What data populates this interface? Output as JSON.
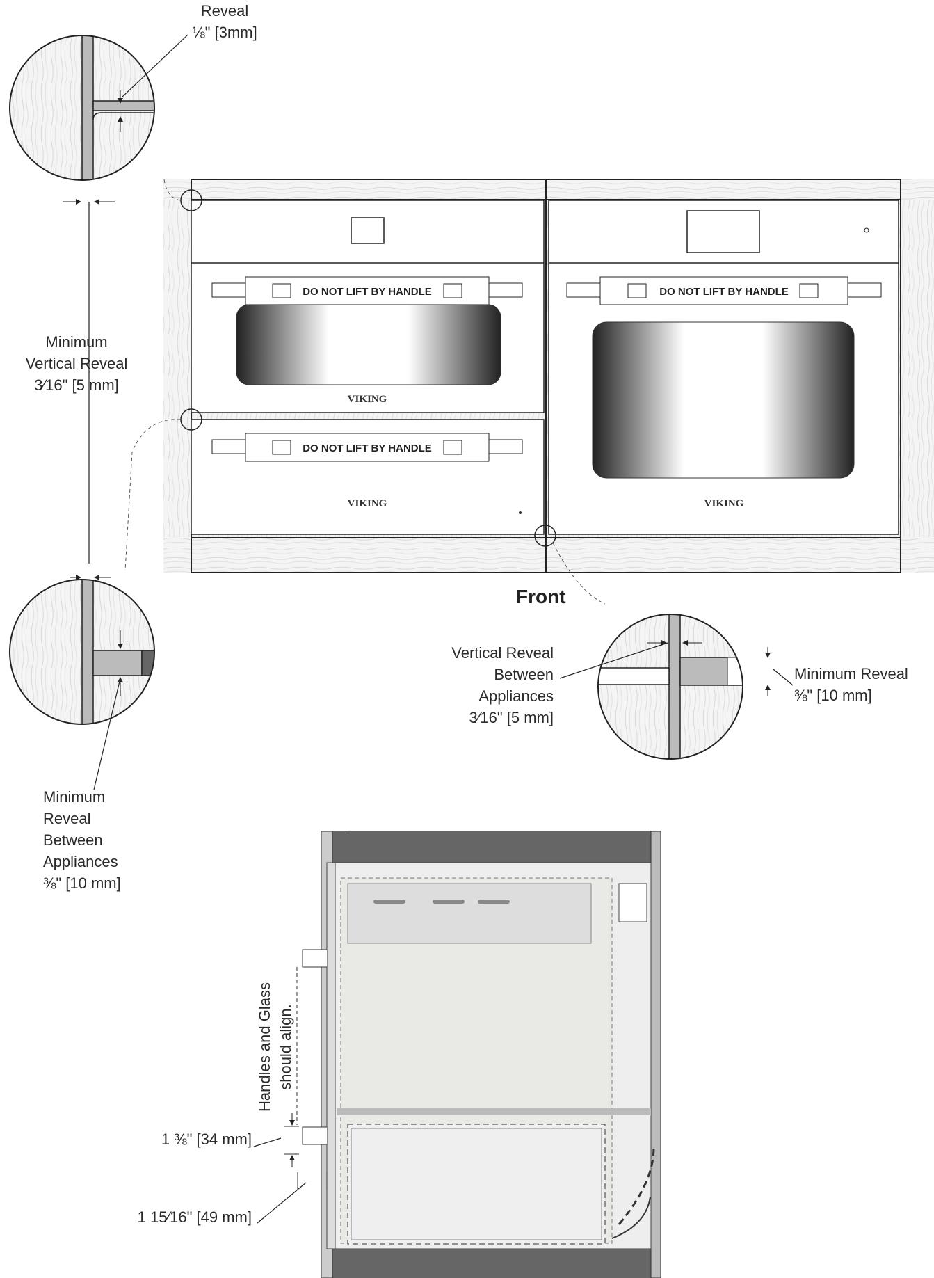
{
  "annotations": {
    "reveal_top": {
      "title": "Reveal",
      "value": "⅛\" [3mm]"
    },
    "min_vertical_reveal": {
      "line1": "Minimum",
      "line2": "Vertical Reveal",
      "value": "3⁄16\" [5 mm]"
    },
    "min_reveal_between": {
      "line1": "Minimum",
      "line2": "Reveal",
      "line3": "Between",
      "line4": "Appliances",
      "value": "⅜\" [10 mm]"
    },
    "vertical_reveal_between": {
      "line1": "Vertical Reveal",
      "line2": "Between",
      "line3": "Appliances",
      "value": "3⁄16\" [5 mm]"
    },
    "min_reveal_right": {
      "title": "Minimum Reveal",
      "value": "⅜\" [10 mm]"
    },
    "front_label": "Front",
    "side_note": {
      "line1": "Handles and Glass",
      "line2": "should align."
    },
    "dim_34": "1 ⅜\" [34 mm]",
    "dim_49": "1 15⁄16\" [49 mm]"
  },
  "appliances": {
    "handle_label": "DO NOT LIFT BY HANDLE",
    "brand": "VIKING"
  },
  "icons": [
    "warning-lift-icon",
    "callout-circle",
    "dimension-arrow"
  ]
}
